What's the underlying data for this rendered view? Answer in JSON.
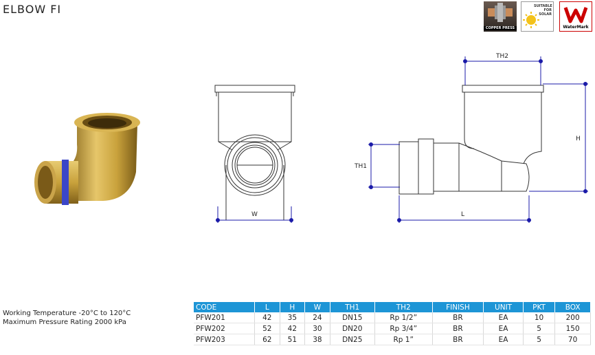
{
  "page_title": "ELBOW FI",
  "badges": [
    {
      "name": "copper-press-badge",
      "label": "COPPER PRESS"
    },
    {
      "name": "suitable-for-solar-badge",
      "label": "SUITABLE FOR SOLAR"
    },
    {
      "name": "watermark-badge",
      "label": "WaterMark"
    }
  ],
  "dimensions": {
    "th2": "TH2",
    "th1": "TH1",
    "h": "H",
    "w": "W",
    "l": "L"
  },
  "specs": {
    "line1": "Working Temperature  -20°C to 120°C",
    "line2": "Maximum Pressure Rating  2000 kPa"
  },
  "table": {
    "headers": [
      "CODE",
      "L",
      "H",
      "W",
      "TH1",
      "TH2",
      "FINISH",
      "UNIT",
      "PKT",
      "BOX"
    ],
    "rows": [
      [
        "PFW201",
        "42",
        "35",
        "24",
        "DN15",
        "Rp 1/2”",
        "BR",
        "EA",
        "10",
        "200"
      ],
      [
        "PFW202",
        "52",
        "42",
        "30",
        "DN20",
        "Rp 3/4”",
        "BR",
        "EA",
        "5",
        "150"
      ],
      [
        "PFW203",
        "62",
        "51",
        "38",
        "DN25",
        "Rp 1”",
        "BR",
        "EA",
        "5",
        "70"
      ]
    ]
  },
  "colors": {
    "header_bg": "#1d95d6",
    "dimension_line": "#1a1aa8",
    "brass": "#c9a23c",
    "press_ring": "#3b46c8"
  }
}
